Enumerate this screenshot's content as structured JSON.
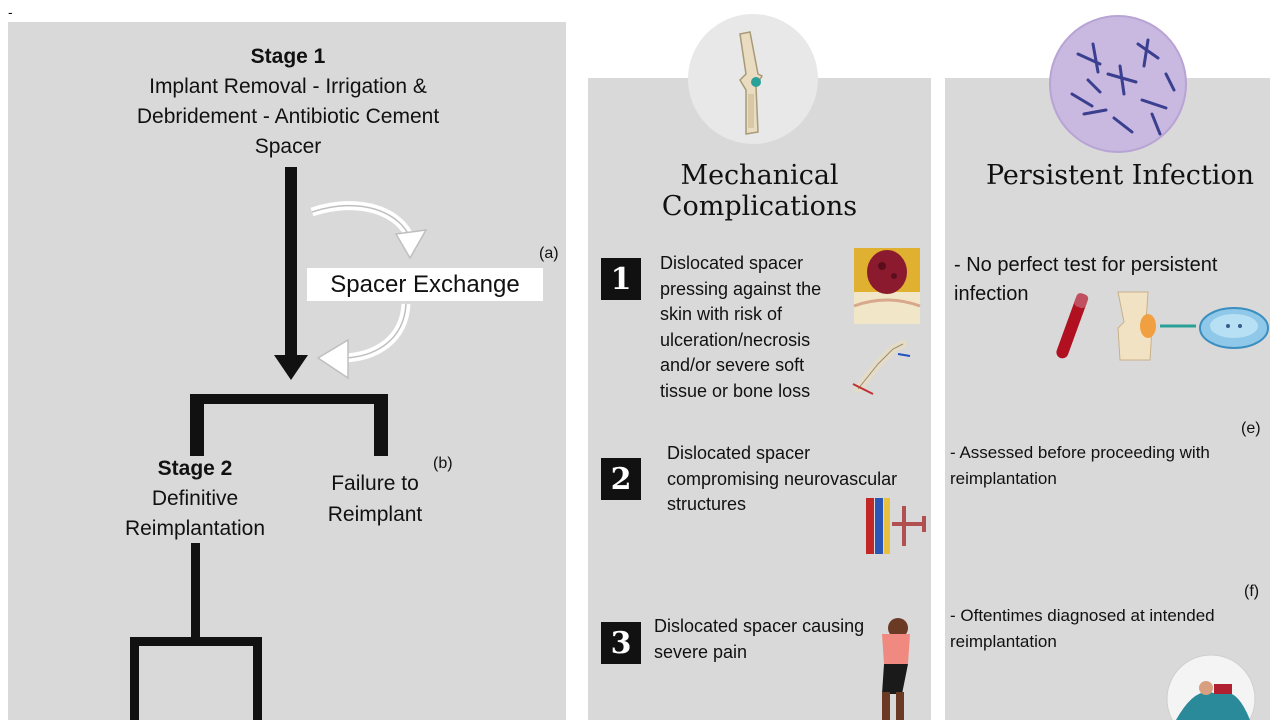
{
  "corner_mark": "-",
  "left": {
    "stage1_title": "Stage 1",
    "stage1_line1": "Implant Removal - Irrigation &",
    "stage1_line2": "Debridement - Antibiotic Cement",
    "stage1_line3": "Spacer",
    "spacer_exchange": "Spacer Exchange",
    "label_a": "(a)",
    "stage2_title": "Stage 2",
    "stage2_line1": "Definitive",
    "stage2_line2": "Reimplantation",
    "failure_line1": "Failure to",
    "failure_line2": "Reimplant",
    "label_b": "(b)"
  },
  "mechanical": {
    "heading": "Mechanical Complications",
    "items": [
      {
        "number": "1",
        "lines": [
          "Dislocated spacer",
          "pressing against the",
          "skin with risk of",
          "ulceration/necrosis",
          "and/or severe soft",
          "tissue or bone loss"
        ]
      },
      {
        "number": "2",
        "lines": [
          "Dislocated spacer",
          "compromising neurovascular",
          "structures"
        ]
      },
      {
        "number": "3",
        "lines": [
          "Dislocated spacer causing",
          "severe pain"
        ]
      }
    ]
  },
  "infection": {
    "heading": "Persistent Infection",
    "point1_line1": "- No perfect test for persistent",
    "point1_line2": "infection",
    "label_e": "(e)",
    "point2_line1": "- Assessed before proceeding with",
    "point2_line2": "reimplantation",
    "label_f": "(f)",
    "point3_line1": "- Oftentimes diagnosed at intended",
    "point3_line2": "reimplantation"
  },
  "colors": {
    "panel": "#d9d9d9",
    "ink": "#111111",
    "bacteria_bg": "#c9b8e0",
    "bacteria": "#3a3f8f",
    "blood": "#b01020"
  }
}
